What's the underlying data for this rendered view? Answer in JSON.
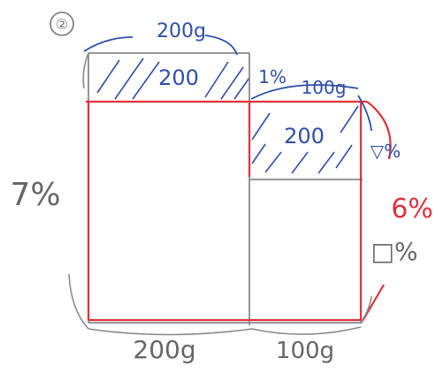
{
  "problem_marker": "②",
  "labels": {
    "top_width": "200g",
    "hatched_top": "200",
    "percent_top_right": "1%",
    "small_width": "100g",
    "hatched_right": "200",
    "triangle_percent": "▽%",
    "left_percent": "7%",
    "right_red_percent": "6%",
    "square_percent": "□%",
    "bottom_left_width": "200g",
    "bottom_right_width": "100g"
  },
  "colors": {
    "red": "#e0313d",
    "blue": "#2f4fa8",
    "gray": "#8a8a8a",
    "pencil": "#666666"
  }
}
